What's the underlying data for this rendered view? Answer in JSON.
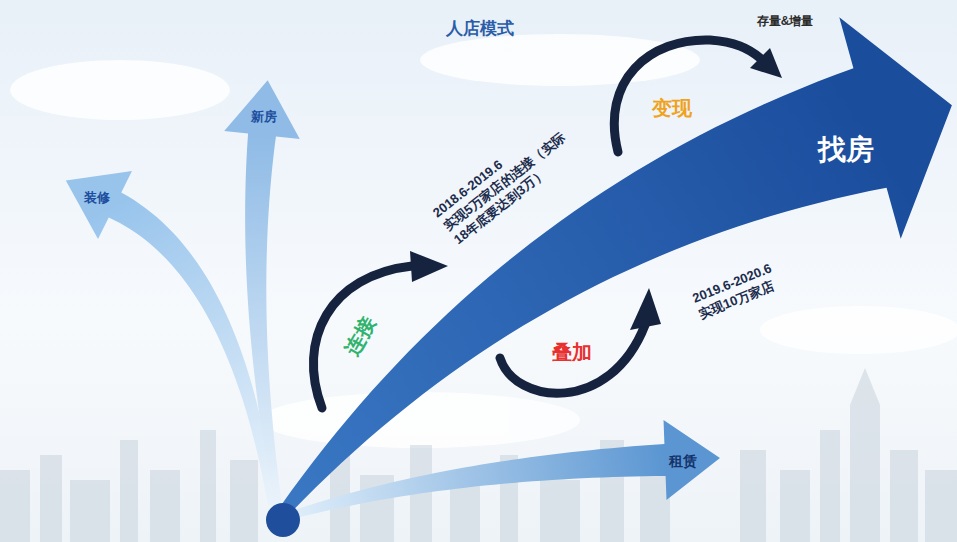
{
  "diagram": {
    "title": "人店模式",
    "nodes": [
      {
        "text": [
          "装修"
        ]
      },
      {
        "text": [
          "新房"
        ]
      },
      {
        "text": [
          "找房"
        ]
      },
      {
        "text": [
          "租赁"
        ]
      }
    ],
    "labels": [
      "存量&增量",
      "变现",
      "2018.6-2019.6 实现5万家店的连接（实际 18年底要达到3万）",
      "连接",
      "叠加",
      "2019.6-2020.6 实现10万家店"
    ]
  }
}
